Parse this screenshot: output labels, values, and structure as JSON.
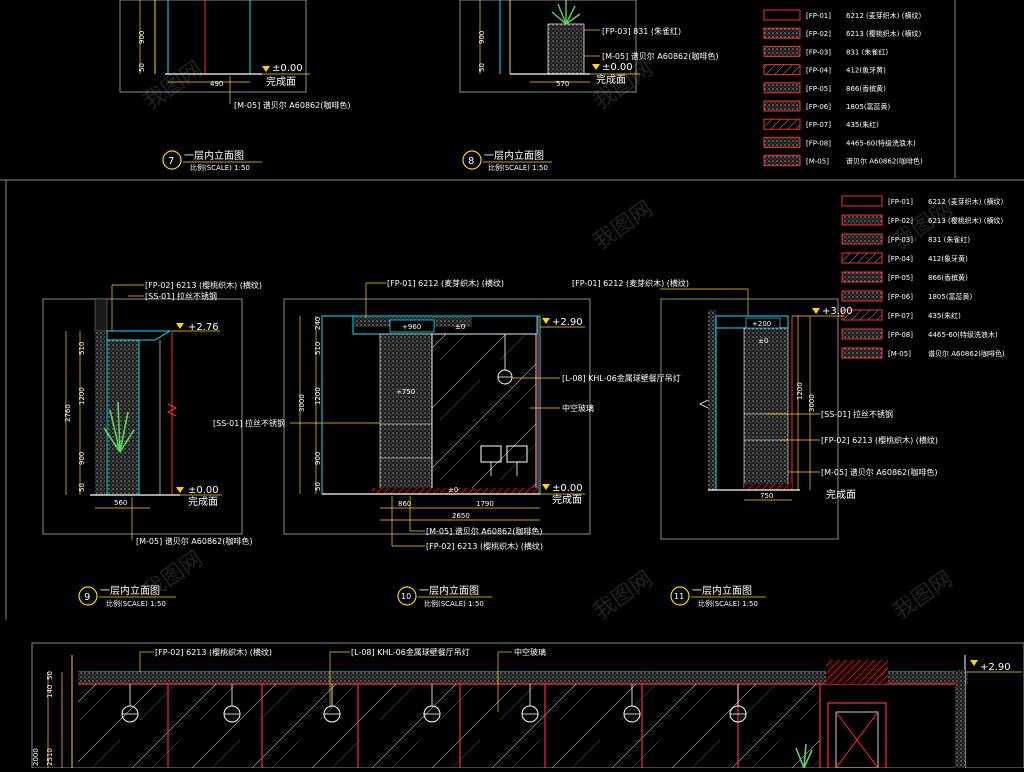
{
  "top_left": {
    "dim_900": "900",
    "dim_50": "50",
    "dim_490": "490",
    "level_label": "±0.00",
    "finish_label": "完成面",
    "callout_m05": "[M-05] 谱贝尔 A60862(咖啡色)"
  },
  "top_mid": {
    "dim_900": "900",
    "dim_50": "50",
    "dim_570": "570",
    "level_label": "±0.00",
    "finish_label": "完成面",
    "callout_fp03": "[FP-03]  831 (朱雀红)",
    "callout_m05": "[M-05] 谱贝尔 A60862(咖啡色)"
  },
  "titles": {
    "t7": {
      "num": "7",
      "name": "一层内立面图",
      "scale": "比例(SCALE) 1:50"
    },
    "t8": {
      "num": "8",
      "name": "一层内立面图",
      "scale": "比例(SCALE) 1:50"
    },
    "t9": {
      "num": "9",
      "name": "一层内立面图",
      "scale": "比例(SCALE) 1:50"
    },
    "t10": {
      "num": "10",
      "name": "一层内立面图",
      "scale": "比例(SCALE) 1:50"
    },
    "t11": {
      "num": "11",
      "name": "一层内立面图",
      "scale": "比例(SCALE) 1:50"
    }
  },
  "legend_top": [
    {
      "code": "[FP-01]",
      "desc": "6212 (麦芽织木) (横纹)"
    },
    {
      "code": "[FP-02]",
      "desc": "6213 (樱桃织木) (横纹)"
    },
    {
      "code": "[FP-03]",
      "desc": "831 (朱雀红)"
    },
    {
      "code": "[FP-04]",
      "desc": "412(象牙黄)"
    },
    {
      "code": "[FP-05]",
      "desc": "866(香槟黄)"
    },
    {
      "code": "[FP-06]",
      "desc": "1805(富蕊黄)"
    },
    {
      "code": "[FP-07]",
      "desc": "435(朱红)"
    },
    {
      "code": "[FP-08]",
      "desc": "4465-60(特级洗浪木)"
    },
    {
      "code": "[M-05]",
      "desc": "谱贝尔 A60862(咖啡色)"
    }
  ],
  "legend_right": [
    {
      "code": "[FP-01]",
      "desc": "6212 (麦芽织木)  (横纹)"
    },
    {
      "code": "[FP-02]",
      "desc": "6213 (樱桃织木)  (横纹)"
    },
    {
      "code": "[FP-03]",
      "desc": "831 (朱雀红)"
    },
    {
      "code": "[FP-04]",
      "desc": "412(象牙黄)"
    },
    {
      "code": "[FP-05]",
      "desc": "866(香槟黄)"
    },
    {
      "code": "[FP-06]",
      "desc": "1805(富蕊黄)"
    },
    {
      "code": "[FP-07]",
      "desc": "435(朱红)"
    },
    {
      "code": "[FP-08]",
      "desc": "4465-60(特级洗浪木)"
    },
    {
      "code": "[M-05]",
      "desc": "谱贝尔 A60862(咖啡色)"
    }
  ],
  "elev9": {
    "callout_fp02": "[FP-02]  6213 (樱桃织木) (横纹)",
    "callout_ss01": "[SS-01] 拉丝不锈钢",
    "level_top": "+2.76",
    "level_base": "±0.00",
    "finish_label": "完成面",
    "dim_510": "510",
    "dim_1200": "1200",
    "dim_900": "900",
    "dim_50": "50",
    "dim_2760": "2760",
    "dim_560": "560",
    "callout_m05": "[M-05] 谱贝尔 A60862(咖啡色)"
  },
  "elev10": {
    "callout_fp01": "[FP-01]  6212 (麦芽织木)  (横纹)",
    "level_top": "+2.90",
    "level_base": "±0.00",
    "finish_label": "完成面",
    "tag_960": "+960",
    "tag_zero": "±0",
    "tag_750": "+750",
    "dim_240": "240",
    "dim_510": "510",
    "dim_1200": "1200",
    "dim_900": "900",
    "dim_50": "50",
    "dim_3000": "3000",
    "dim_860": "860",
    "dim_1790": "1790",
    "dim_2650": "2650",
    "callout_ss01": "[SS-01] 拉丝不锈钢",
    "callout_l08": "[L-08]  KHL-06金属球壁餐厅吊灯",
    "callout_glass": "中空玻璃",
    "callout_m05": "[M-05] 谱贝尔 A60862(咖啡色)",
    "callout_fp02": "[FP-02]  6213 (樱桃织木)  (横纹)"
  },
  "elev11": {
    "callout_fp01": "[FP-01]  6212 (麦芽织木)  (横纹)",
    "level_top": "+3.00",
    "tag_200": "+200",
    "tag_zero": "±0",
    "dim_1200": "1200",
    "dim_3000": "3000",
    "dim_750": "750",
    "callout_ss01": "[SS-01] 拉丝不锈钢",
    "callout_fp02": "[FP-02]  6213 (樱桃织木)  (横纹)",
    "callout_m05": "[M-05] 谱贝尔 A60862(咖啡色)",
    "finish_label": "完成面"
  },
  "bottom": {
    "callout_fp02": "[FP-02]  6213 (樱桃织木) (横纹)",
    "callout_l08": "[L-08]  KHL-06金属球壁餐厅吊灯",
    "callout_glass": "中空玻璃",
    "level_top": "+2.90",
    "dim_50": "50",
    "dim_140": "140",
    "dim_2000": "2000",
    "dim_2510": "2510"
  },
  "colors": {
    "cyan": "#00e5ff",
    "yellow": "#ffd400",
    "red": "#ff2a2a",
    "white": "#ffffff",
    "grey": "#7a7a7a",
    "green": "#5fd35f"
  }
}
